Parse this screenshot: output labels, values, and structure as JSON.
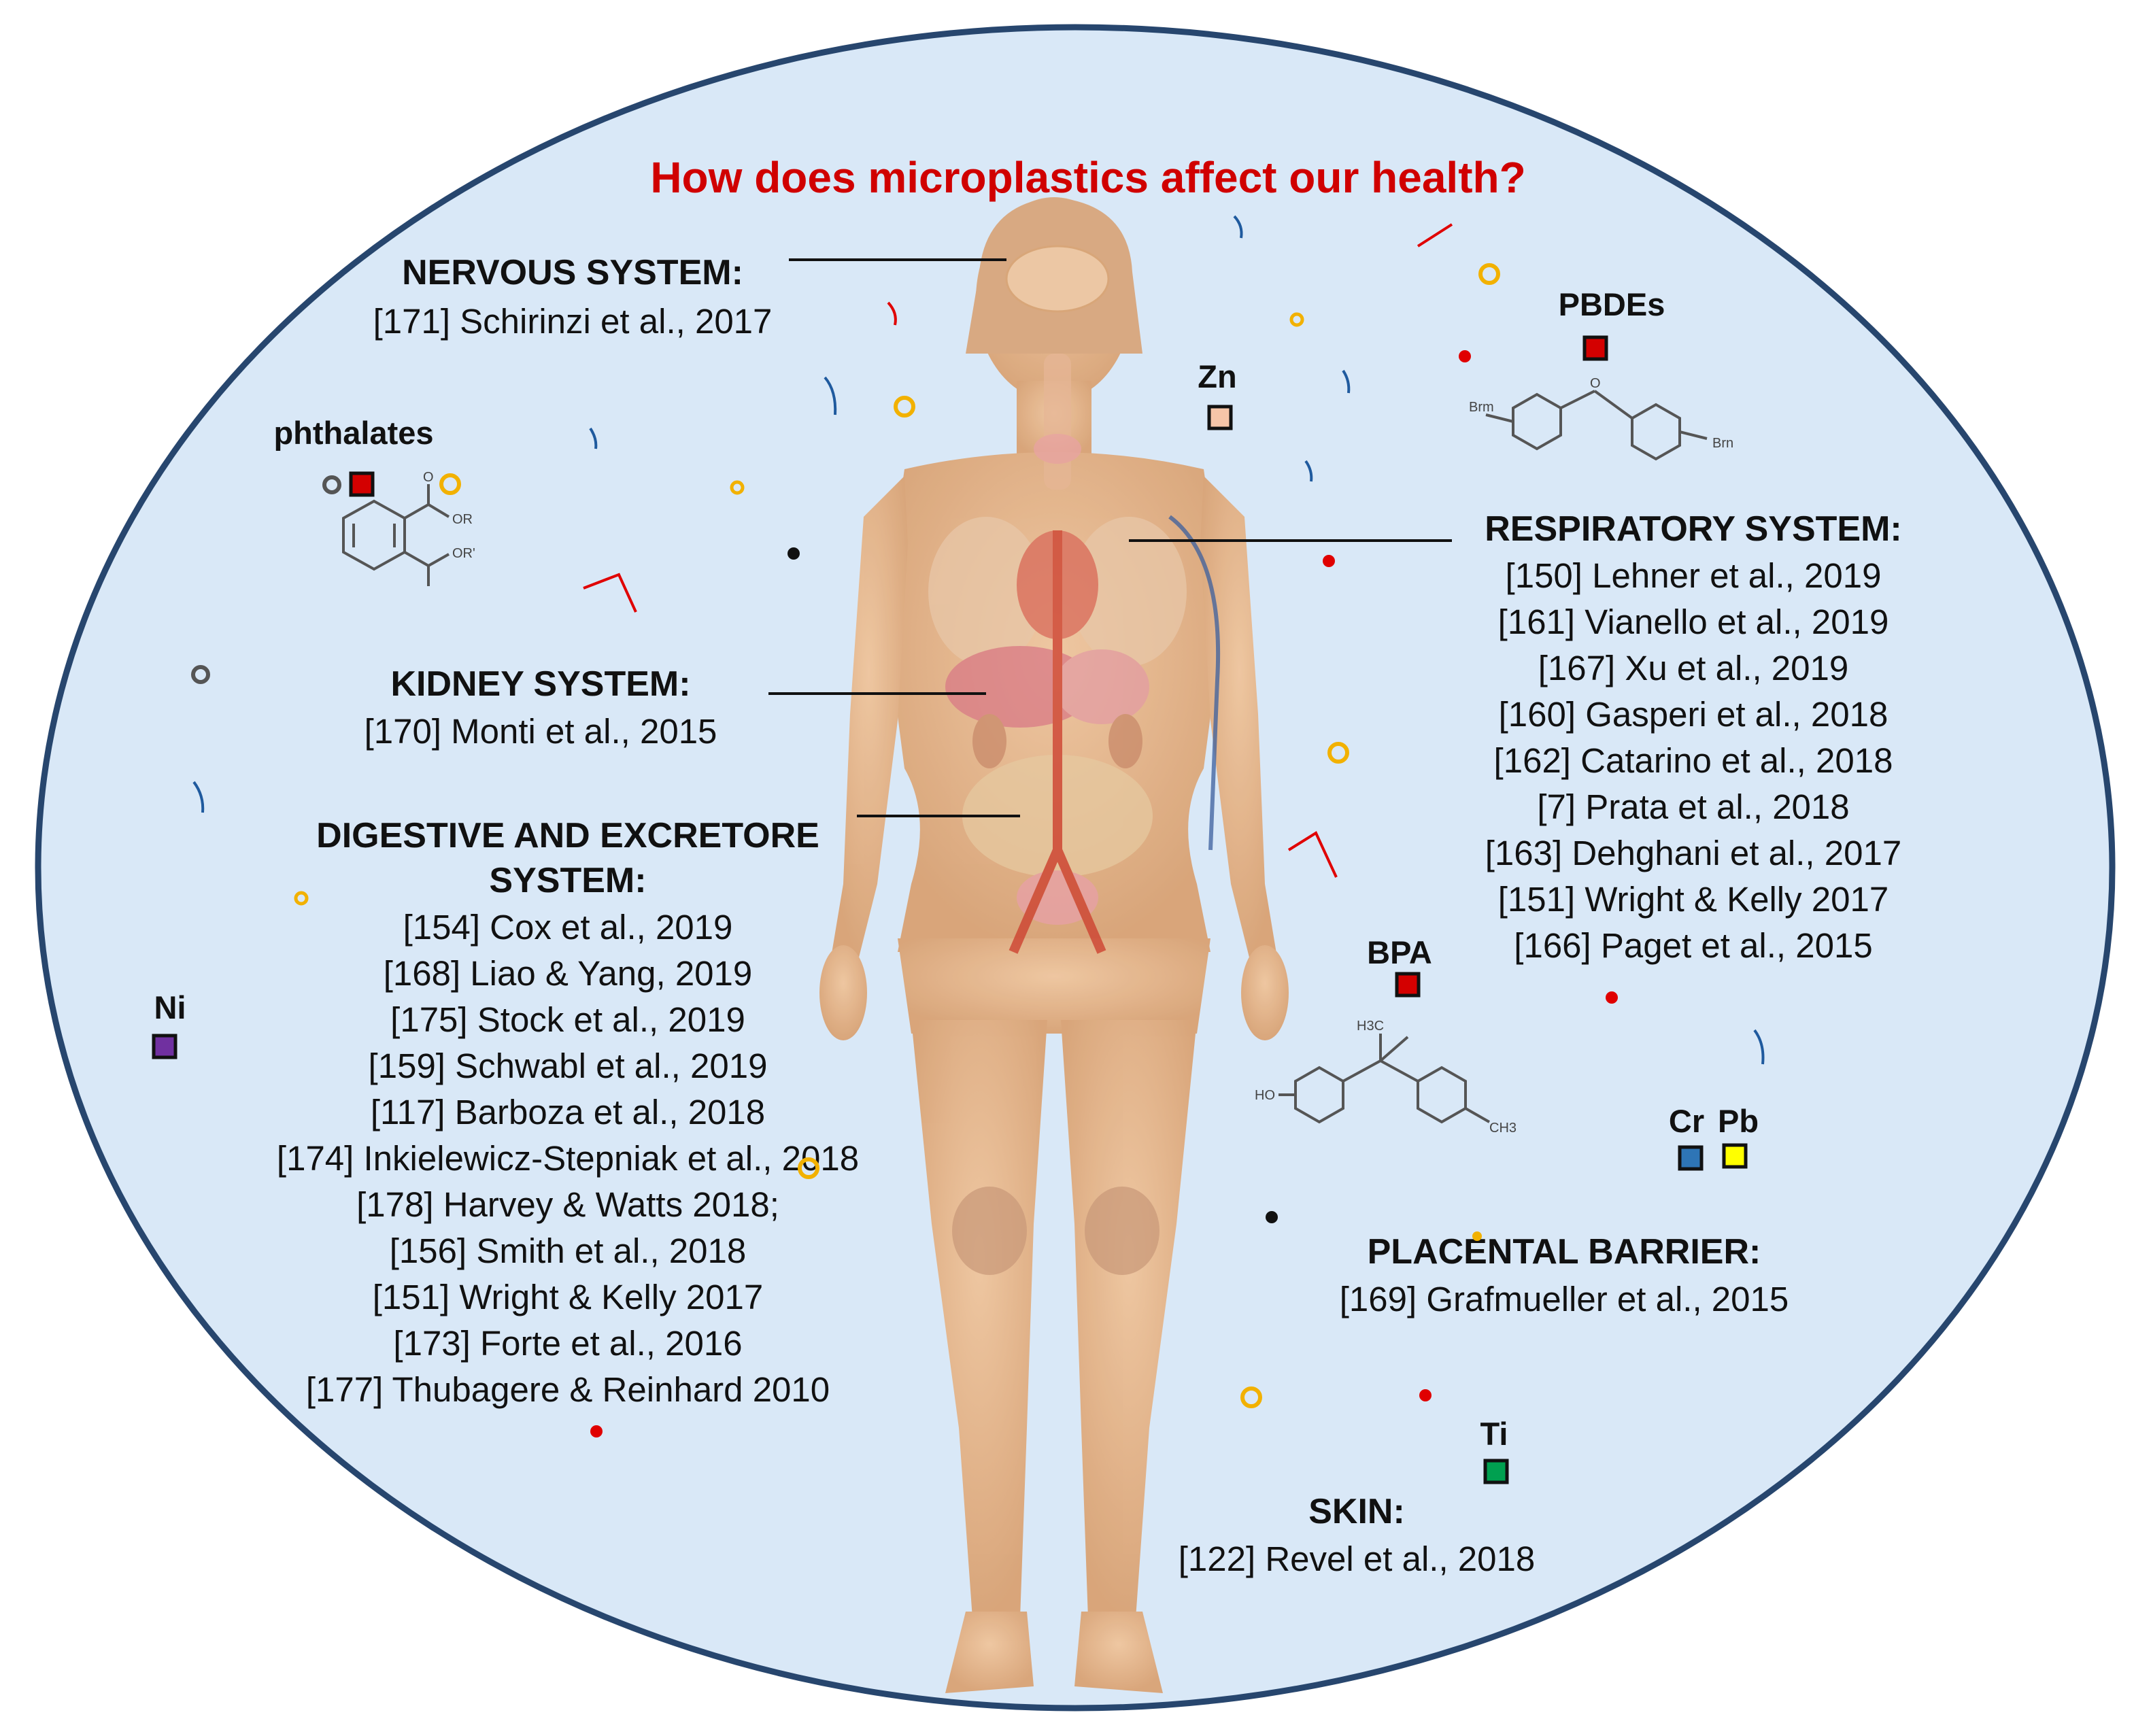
{
  "title": "How does microplastics affect our health?",
  "colors": {
    "background_ellipse": "#d9e8f7",
    "ellipse_border": "#27466e",
    "title": "#d00000",
    "body_skin": "#e8b98e",
    "leader_line": "#111111"
  },
  "systems": {
    "nervous": {
      "header": "NERVOUS SYSTEM:",
      "refs": [
        "[171] Schirinzi et al., 2017"
      ]
    },
    "kidney": {
      "header": "KIDNEY SYSTEM:",
      "refs": [
        "[170] Monti et al., 2015"
      ]
    },
    "digestive": {
      "header_line1": "DIGESTIVE AND EXCRETORE",
      "header_line2": "SYSTEM:",
      "refs": [
        "[154] Cox et al., 2019",
        "[168] Liao & Yang, 2019",
        "[175] Stock et al., 2019",
        "[159] Schwabl et al., 2019",
        "[117] Barboza et al., 2018",
        "[174] Inkielewicz-Stepniak et al., 2018",
        "[178] Harvey & Watts 2018;",
        "[156] Smith et al., 2018",
        "[151] Wright & Kelly 2017",
        "[173] Forte et al., 2016",
        "[177] Thubagere & Reinhard 2010"
      ]
    },
    "respiratory": {
      "header": "RESPIRATORY SYSTEM:",
      "refs": [
        "[150] Lehner et al., 2019",
        "[161] Vianello et al., 2019",
        "[167] Xu et al., 2019",
        "[160] Gasperi et al., 2018",
        "[162] Catarino et al., 2018",
        "[7] Prata et al., 2018",
        "[163] Dehghani et al., 2017",
        "[151] Wright & Kelly 2017",
        "[166] Paget et al., 2015"
      ]
    },
    "placental": {
      "header": "PLACENTAL BARRIER:",
      "refs": [
        "[169] Grafmueller et al., 2015"
      ]
    },
    "skin": {
      "header": "SKIN:",
      "refs": [
        "[122] Revel et al., 2018"
      ]
    }
  },
  "chemicals": {
    "phthalates": {
      "label": "phthalates",
      "color": "#d40000"
    },
    "pbdes": {
      "label": "PBDEs",
      "color": "#d40000"
    },
    "bpa": {
      "label": "BPA",
      "color": "#d40000"
    },
    "zn": {
      "label": "Zn",
      "color": "#f6c5a8"
    },
    "ni": {
      "label": "Ni",
      "color": "#7030a0"
    },
    "cr": {
      "label": "Cr",
      "color": "#2e75b6"
    },
    "pb": {
      "label": "Pb",
      "color": "#ffff00"
    },
    "ti": {
      "label": "Ti",
      "color": "#00a050"
    }
  },
  "structure_text": {
    "phthalate_or1": "OR",
    "phthalate_or2": "OR'",
    "phthalate_o": "O",
    "pbde_br1": "Brm",
    "pbde_br2": "Brn",
    "pbde_o": "O",
    "bpa_ho": "HO",
    "bpa_ch3": "CH3",
    "bpa_h3c": "H3C"
  }
}
